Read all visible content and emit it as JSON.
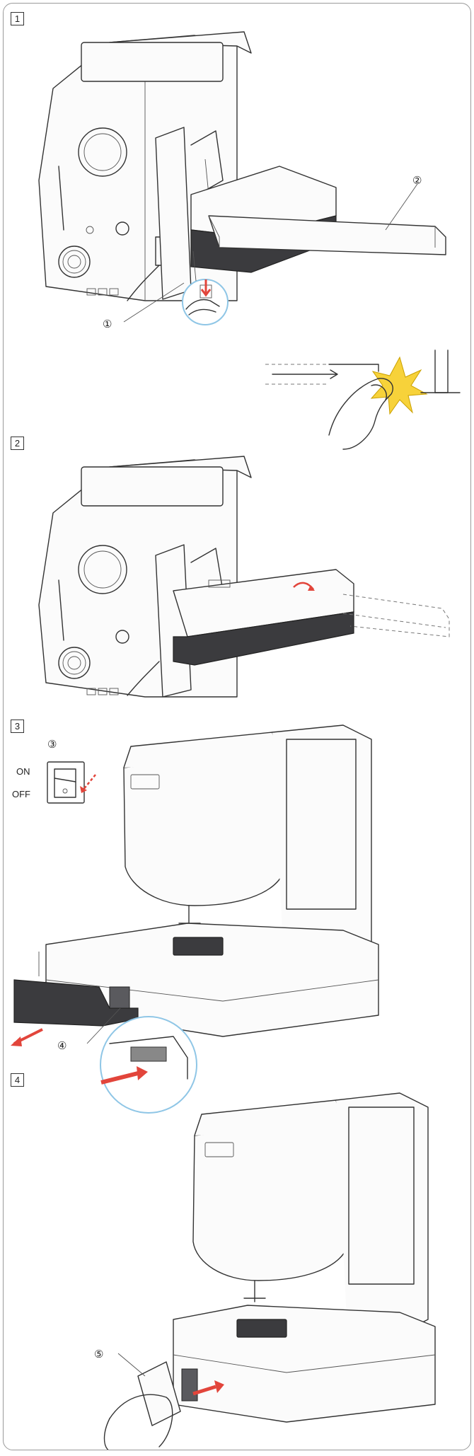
{
  "steps": [
    {
      "label": "1"
    },
    {
      "label": "2"
    },
    {
      "label": "3"
    },
    {
      "label": "4"
    }
  ],
  "callouts": {
    "c1": "①",
    "c2": "②",
    "c3": "③",
    "c4": "④",
    "c5": "⑤"
  },
  "power_switch": {
    "on_label": "ON",
    "off_label": "OFF"
  },
  "colors": {
    "arrow_red": "#e2453b",
    "callout_ring": "#8fc6e6",
    "unit_dark": "#3b3b3e",
    "caution_yellow": "#f7d23a"
  }
}
